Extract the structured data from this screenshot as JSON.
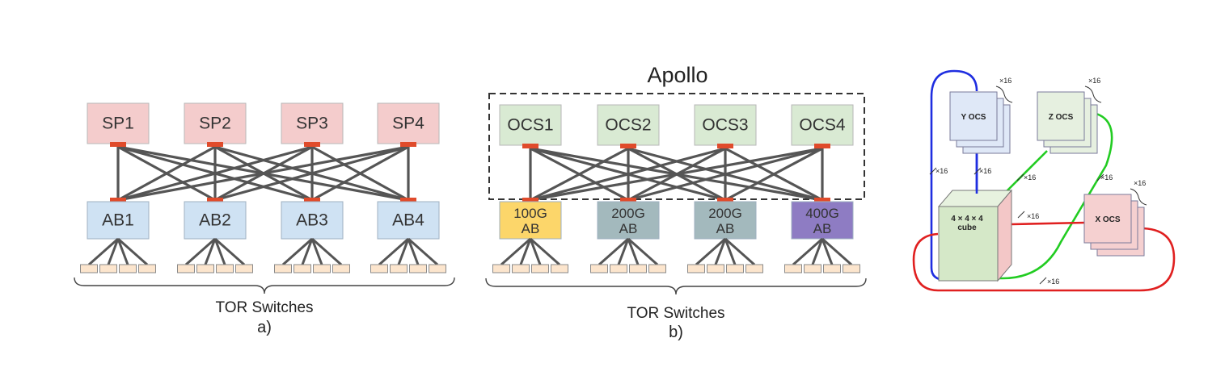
{
  "panel_a": {
    "spine_labels": [
      "SP1",
      "SP2",
      "SP3",
      "SP4"
    ],
    "ab_labels": [
      "AB1",
      "AB2",
      "AB3",
      "AB4"
    ],
    "tor_label": "TOR Switches",
    "caption": "a)"
  },
  "panel_b": {
    "title": "Apollo",
    "ocs_labels": [
      "OCS1",
      "OCS2",
      "OCS3",
      "OCS4"
    ],
    "ab_blocks": [
      {
        "line1": "100G",
        "line2": "AB",
        "color": "#fcd66a"
      },
      {
        "line1": "200G",
        "line2": "AB",
        "color": "#a3b9bd"
      },
      {
        "line1": "200G",
        "line2": "AB",
        "color": "#a3b9bd"
      },
      {
        "line1": "400G",
        "line2": "AB",
        "color": "#8e7cc3"
      }
    ],
    "tor_label": "TOR Switches",
    "caption": "b)"
  },
  "panel_c": {
    "y_ocs": "Y OCS",
    "z_ocs": "Z OCS",
    "x_ocs": "X OCS",
    "cube_line1": "4 × 4 × 4",
    "cube_line2": "cube",
    "multiplier": "×16",
    "colors": {
      "y": "#1f2ee0",
      "z": "#22cc22",
      "x": "#e02020"
    }
  },
  "colors": {
    "spine": "#f4cccc",
    "ab": "#cfe2f3",
    "ocs": "#d9ead3",
    "tor": "#fce5cd",
    "port": "#e04b2b",
    "link": "#555555"
  }
}
